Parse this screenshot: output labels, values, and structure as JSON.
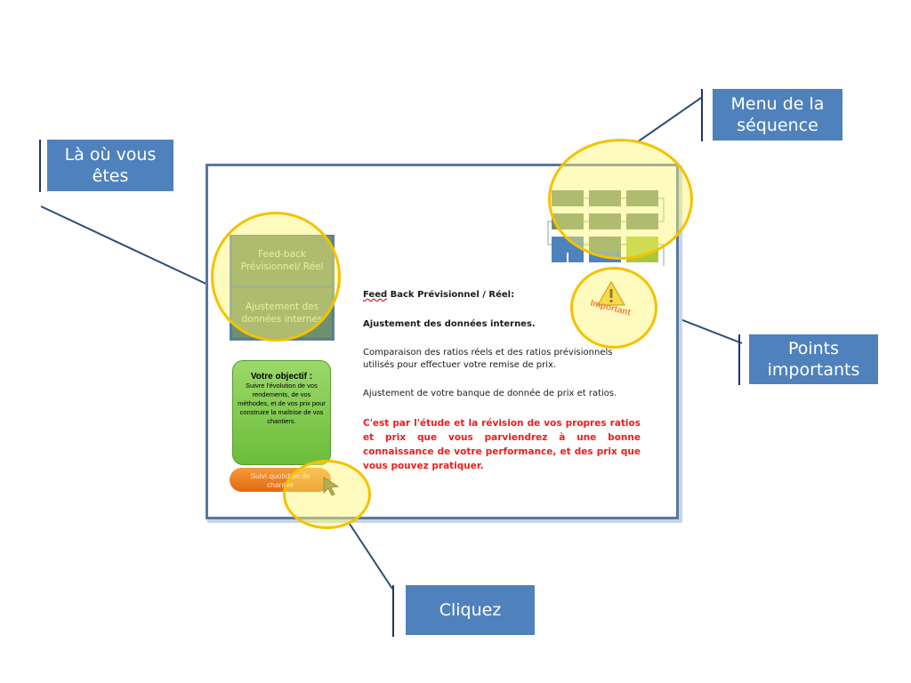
{
  "callouts": {
    "where_you_are": "Là où vous êtes",
    "sequence_menu": "Menu de la séquence",
    "key_points": "Points importants",
    "click": "Cliquez"
  },
  "slide": {
    "nav": {
      "item1": "Feed-back Prévisionnel/ Réel",
      "item2": "Ajustement des données internes"
    },
    "objective": {
      "title": "Votre objectif :",
      "body": "Suivre l'évolution de vos rendements, de vos méthodes, et de vos prix pour construire la maîtrise de vos chantiers."
    },
    "daily_button": "Suivi quotidien de chantier",
    "important_label": "Important",
    "heading1": "Feed Back Prévisionnel / Réel:",
    "heading1_word": "Feed",
    "heading1_rest": " Back Prévisionnel / Réel:",
    "heading2": "Ajustement des données internes.",
    "para1": "Comparaison des ratios réels et des ratios prévisionnels utilisés pour effectuer votre remise de prix.",
    "para2": "Ajustement de votre banque de donnée de prix et ratios.",
    "para3": "C'est par l'étude et la révision de vos propres ratios et prix que vous parviendrez à une bonne connaissance de votre performance, et des prix que vous pouvez pratiquer."
  },
  "colors": {
    "callout": "#4f81bd",
    "highlight": "#f3c200",
    "nav_item": "#6e8f70",
    "objective": "#7dc850",
    "button": "#e9781f",
    "warning_text": "#ee1c1c"
  }
}
